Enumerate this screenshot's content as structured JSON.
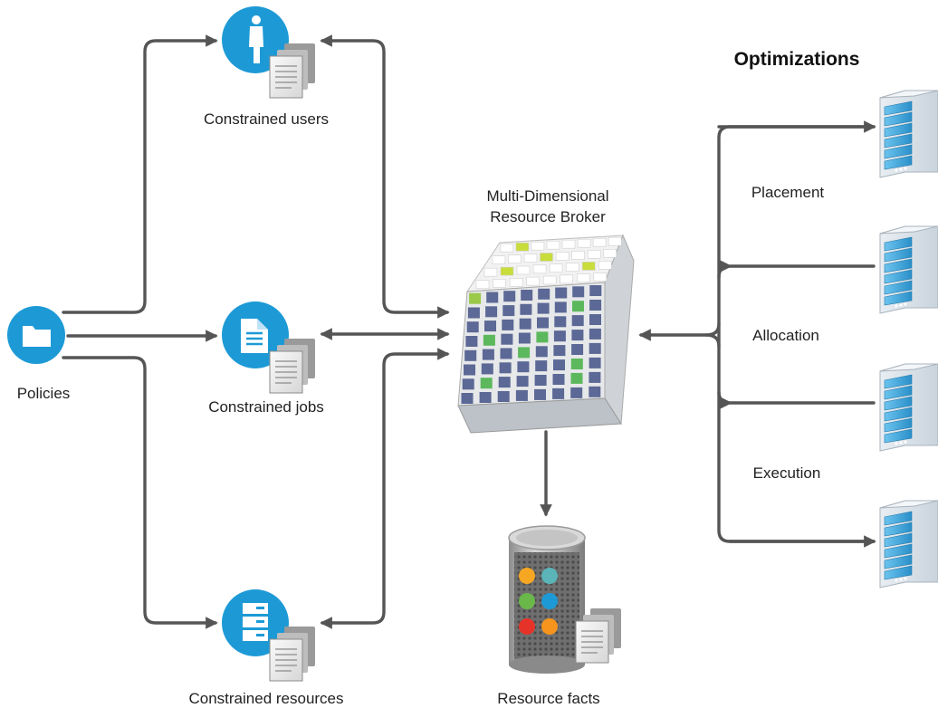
{
  "labels": {
    "policies": "Policies",
    "constrained_users": "Constrained users",
    "constrained_jobs": "Constrained jobs",
    "constrained_resources": "Constrained resources",
    "broker_line1": "Multi-Dimensional",
    "broker_line2": "Resource Broker",
    "resource_facts": "Resource facts",
    "optimizations": "Optimizations",
    "placement": "Placement",
    "allocation": "Allocation",
    "execution": "Execution"
  },
  "colors": {
    "icon_blue": "#1d9ad6",
    "connector": "#555555",
    "server_blue": "#3fa9e0",
    "fact_dots": [
      "#f5a623",
      "#5ab4b8",
      "#6ab84a",
      "#1d9ad6",
      "#e63329",
      "#f7941d"
    ]
  },
  "icons": {
    "policies": "folder-icon",
    "users": "person-icon",
    "jobs": "document-icon",
    "resources": "server-rack-icon",
    "broker": "cube-grid-icon",
    "facts": "database-cylinder-icon",
    "servers": "server-icon"
  }
}
